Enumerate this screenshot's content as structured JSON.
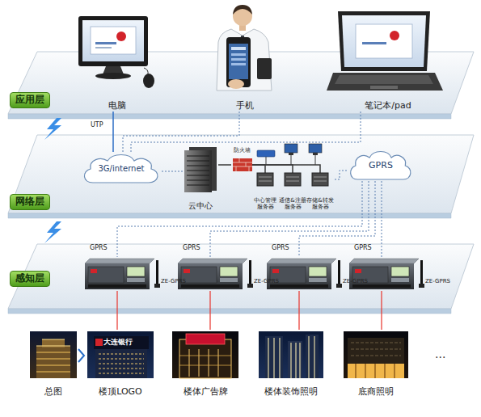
{
  "diagram": {
    "nodes": [
      {
        "text": [
          "应用层"
        ]
      },
      {
        "text": [
          "电脑"
        ],
        "in": 0
      },
      {
        "text": [
          "手机"
        ],
        "in": 0
      },
      {
        "text": [
          "笔记本/pad"
        ],
        "in": 0
      },
      {
        "text": [
          "网络层"
        ]
      },
      {
        "text": [
          "3G/internet"
        ],
        "in": 4
      },
      {
        "text": [
          "云中心"
        ],
        "in": 4
      },
      {
        "text": [
          "防火墙"
        ],
        "in": 4
      },
      {
        "text": [
          "中心管理 服务器"
        ],
        "in": 4
      },
      {
        "text": [
          "通信&注册 服务器"
        ],
        "in": 4
      },
      {
        "text": [
          "存储&转发 服务器"
        ],
        "in": 4
      },
      {
        "text": [
          "GPRS"
        ],
        "in": 4
      },
      {
        "text": [
          "感知层"
        ]
      },
      {
        "text": [
          "ZE-GPRS"
        ],
        "in": 12
      },
      {
        "text": [
          "ZE-GPRS"
        ],
        "in": 12
      },
      {
        "text": [
          "ZE-GPRS"
        ],
        "in": 12
      },
      {
        "text": [
          "ZE-GPRS"
        ],
        "in": 12
      },
      {
        "text": [
          "总图"
        ]
      },
      {
        "text": [
          "楼顶LOGO"
        ]
      },
      {
        "text": [
          "楼体广告牌"
        ]
      },
      {
        "text": [
          "楼体装饰照明"
        ]
      },
      {
        "text": [
          "底商照明"
        ]
      }
    ],
    "edges": [
      {
        "from": 1,
        "to": 5,
        "label": "UTP",
        "arrow": "none"
      },
      {
        "from": 2,
        "to": 5,
        "arrow": "none"
      },
      {
        "from": 3,
        "to": 5,
        "arrow": "none"
      },
      {
        "from": 5,
        "to": 6,
        "arrow": "none"
      },
      {
        "from": 6,
        "to": 7,
        "arrow": "none"
      },
      {
        "from": 7,
        "to": 8,
        "arrow": "none"
      },
      {
        "from": 7,
        "to": 9,
        "arrow": "none"
      },
      {
        "from": 7,
        "to": 10,
        "arrow": "none"
      },
      {
        "from": 10,
        "to": 11,
        "arrow": "none"
      },
      {
        "from": 11,
        "to": 13,
        "label": "GPRS",
        "arrow": "none"
      },
      {
        "from": 11,
        "to": 14,
        "label": "GPRS",
        "arrow": "none"
      },
      {
        "from": 11,
        "to": 15,
        "label": "GPRS",
        "arrow": "none"
      },
      {
        "from": 11,
        "to": 16,
        "label": "GPRS",
        "arrow": "none"
      },
      {
        "from": 13,
        "to": 18,
        "arrow": "none"
      },
      {
        "from": 14,
        "to": 19,
        "arrow": "none"
      },
      {
        "from": 15,
        "to": 20,
        "arrow": "none"
      },
      {
        "from": 16,
        "to": 21,
        "arrow": "none"
      }
    ],
    "labels": [
      "大连银行",
      "..."
    ]
  }
}
